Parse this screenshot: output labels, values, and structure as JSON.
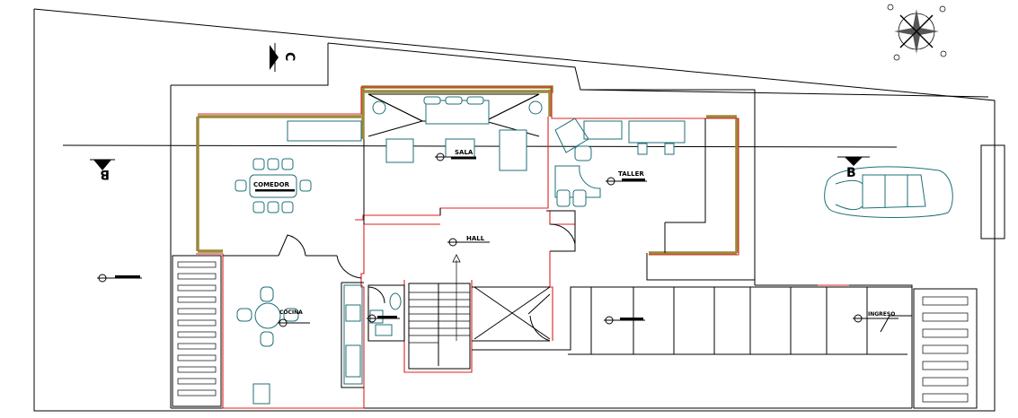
{
  "rooms": {
    "comedor": "COMEDOR",
    "sala": "SALA",
    "taller": "TALLER",
    "hall": "HALL",
    "cocina": "COCINA",
    "ingreso": "INGRESO"
  },
  "sections": {
    "c_mark": "C",
    "b_left": "B",
    "b_right": "B"
  },
  "colors": {
    "walls": "#000000",
    "red_walls": "#e02020",
    "furniture": "#1f6f78",
    "window_frames": "#9a8a3a"
  },
  "icons": {
    "north": "compass-rose-icon",
    "level_marker": "level-marker-icon"
  }
}
